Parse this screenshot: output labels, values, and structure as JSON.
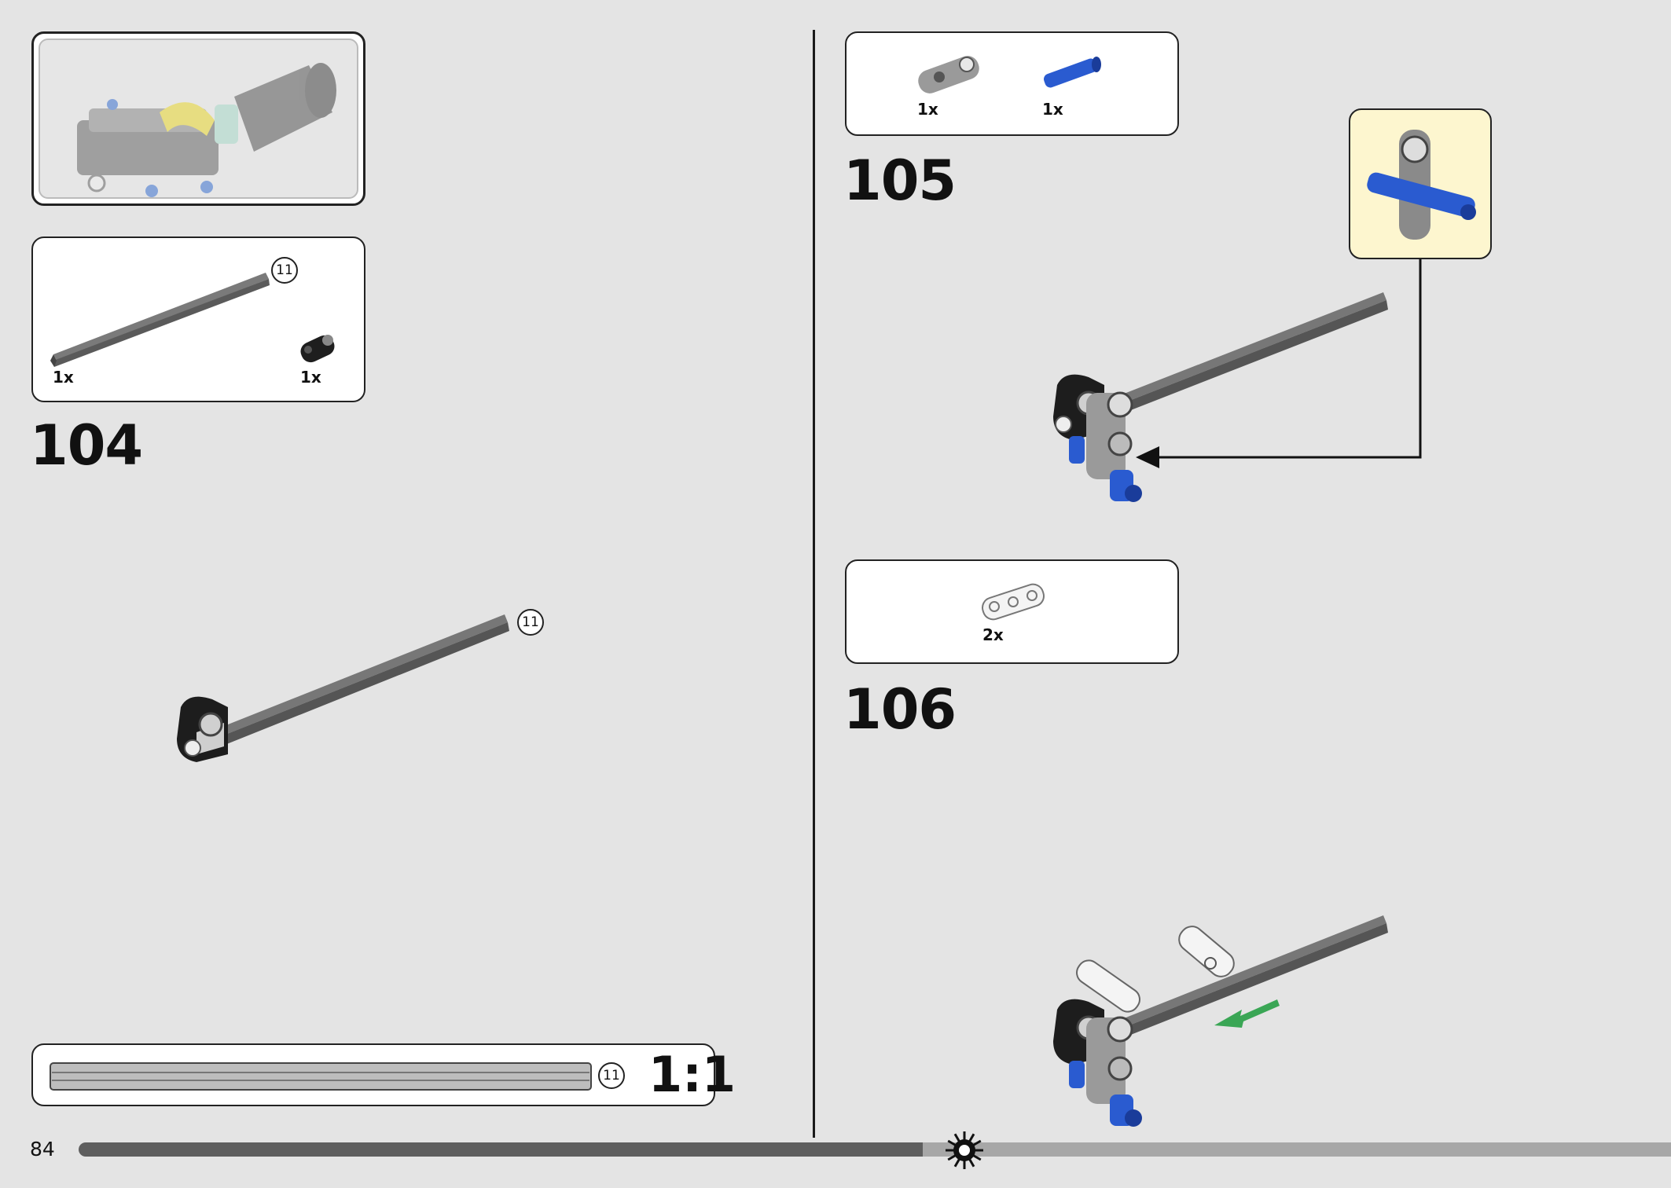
{
  "page": {
    "number": "84",
    "progress_fraction": 0.53
  },
  "left_page": {
    "step_104": {
      "step_label": "104",
      "parts": [
        {
          "name": "axle-11",
          "qty": "1x",
          "length": "11"
        },
        {
          "name": "black-connector",
          "qty": "1x"
        }
      ],
      "assembly_length_badge": "11"
    },
    "scale_box": {
      "length_badge": "11",
      "ratio": "1:1"
    }
  },
  "right_page": {
    "step_105": {
      "step_label": "105",
      "parts": [
        {
          "name": "gray-connector",
          "qty": "1x"
        },
        {
          "name": "blue-pin",
          "qty": "1x"
        }
      ]
    },
    "step_106": {
      "step_label": "106",
      "parts": [
        {
          "name": "white-beam",
          "qty": "2x"
        }
      ]
    }
  },
  "colors": {
    "background": "#e4e4e4",
    "panel": "#ffffff",
    "callout": "#fdf6cf",
    "axle": "#6a6a6a",
    "blue_part": "#2a5bd0",
    "push_arrow": "#3aa655"
  },
  "icons": [
    "gear-sun-icon"
  ]
}
